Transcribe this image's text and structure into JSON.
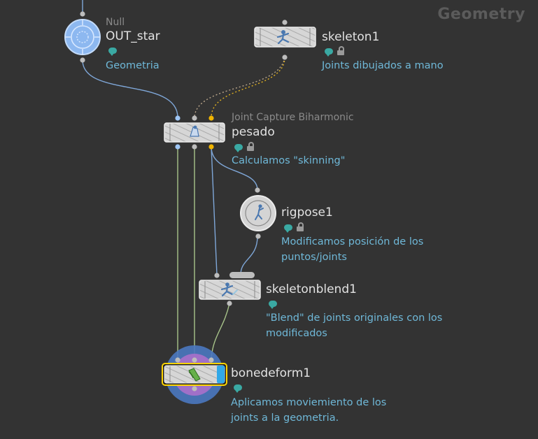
{
  "context_label": "Geometry",
  "nodes": {
    "out_star": {
      "type": "Null",
      "name": "OUT_star",
      "comment": "Geometria"
    },
    "skeleton1": {
      "name": "skeleton1",
      "comment": "Joints dibujados a mano"
    },
    "pesado": {
      "type": "Joint Capture Biharmonic",
      "name": "pesado",
      "comment": "Calculamos \"skinning\""
    },
    "rigpose1": {
      "name": "rigpose1",
      "comment_line1": "Modificamos posición de los",
      "comment_line2": "puntos/joints"
    },
    "skeletonblend1": {
      "name": "skeletonblend1",
      "comment_line1": "\"Blend\" de joints originales con los",
      "comment_line2": "modificados"
    },
    "bonedeform1": {
      "name": "bonedeform1",
      "comment_line1": "Aplicamos moviemiento de los",
      "comment_line2": "joints a la geometria."
    }
  },
  "colors": {
    "background": "#333333",
    "wire_geometry": "#7fa7d8",
    "wire_capture": "#a8c48a",
    "wire_skeleton": "#e0b020",
    "display_flag": "#31a8e8",
    "render_ring": "#4a78c0",
    "template_ring": "#a070c8",
    "selection_outline": "#ffd400",
    "comment_text": "#6fb8d8"
  },
  "icons": {
    "out_star": "null-circle-icon",
    "skeleton1": "skeleton-figure-icon",
    "pesado": "capture-biharmonic-icon",
    "rigpose1": "rigpose-icon",
    "skeletonblend1": "skeleton-blend-icon",
    "bonedeform1": "bone-deform-icon"
  }
}
